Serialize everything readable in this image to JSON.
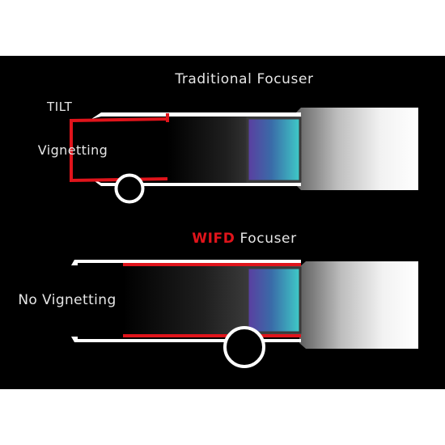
{
  "top_panel": {
    "title": "Traditional Focuser",
    "tilt_label": "TILT",
    "vignetting_label": "Vignetting"
  },
  "bottom_panel": {
    "title_brand": "WIFD",
    "title_rest": " Focuser",
    "no_vignetting_label": "No Vignetting"
  },
  "colors": {
    "background": "#000000",
    "page": "#ffffff",
    "accent_red": "#e0141b",
    "text": "#e6e6e6",
    "tube_white": "#ffffff",
    "sensor_violet": "#5a3fa0",
    "sensor_teal": "#3fc9c7"
  }
}
